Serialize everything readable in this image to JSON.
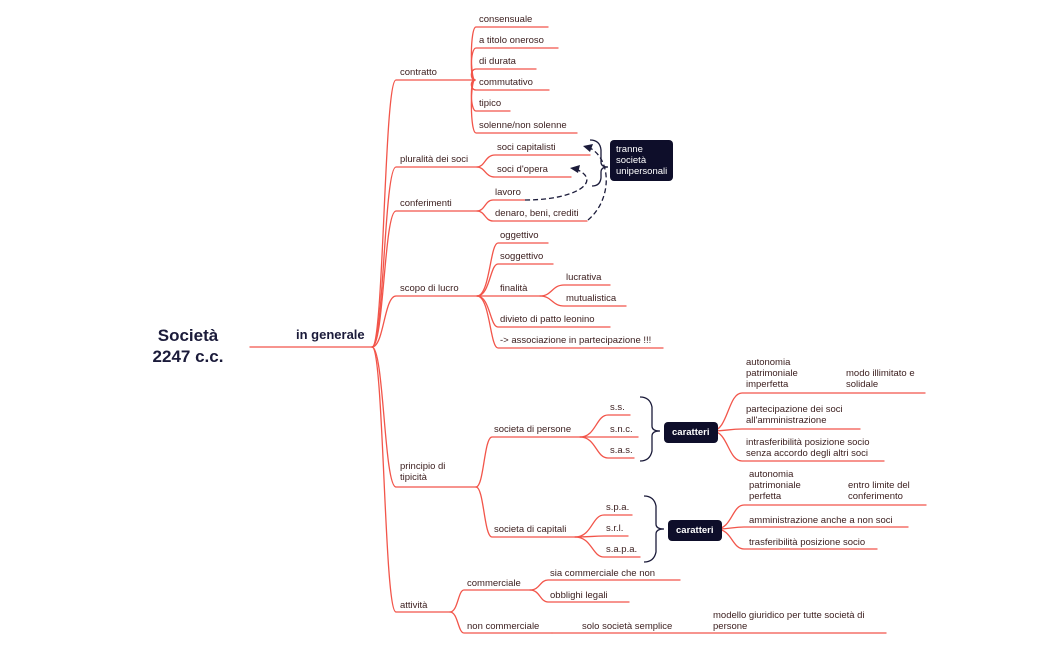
{
  "root": {
    "line1": "Società",
    "line2": "2247 c.c."
  },
  "main_label": "in generale",
  "contratto": {
    "label": "contratto",
    "items": [
      "consensuale",
      "a titolo oneroso",
      "di durata",
      "commutativo",
      "tipico",
      "solenne/non solenne"
    ]
  },
  "pluralita": {
    "label": "pluralità dei soci",
    "items": [
      "soci capitalisti",
      "soci d'opera"
    ]
  },
  "conferimenti": {
    "label": "conferimenti",
    "items": [
      "lavoro",
      "denaro, beni, crediti"
    ]
  },
  "callout": {
    "line1": "tranne",
    "line2": "società",
    "line3": "unipersonali"
  },
  "scopo": {
    "label": "scopo di lucro",
    "oggettivo": "oggettivo",
    "soggettivo": "soggettivo",
    "finalita": "finalità",
    "finalita_items": [
      "lucrativa",
      "mutualistica"
    ],
    "divieto": "divieto di patto leonino",
    "associazione": "-> associazione in partecipazione !!!"
  },
  "tipicita": {
    "label": "principio di tipicità",
    "persone": {
      "label": "societa di persone",
      "types": [
        "s.s.",
        "s.n.c.",
        "s.a.s."
      ],
      "caratteri": "caratteri",
      "autonomia": "autonomia patrimoniale imperfetta",
      "modo": "modo illimitato e solidale",
      "partecipazione": "partecipazione dei soci all'amministrazione",
      "intrasferibilita": "intrasferibilità posizione socio senza accordo degli altri soci"
    },
    "capitali": {
      "label": "societa di capitali",
      "types": [
        "s.p.a.",
        "s.r.l.",
        "s.a.p.a."
      ],
      "caratteri": "caratteri",
      "autonomia": "autonomia patrimoniale perfetta",
      "limite": "entro limite del conferimento",
      "amministrazione": "amministrazione anche a non soci",
      "trasferibilita": "trasferibilità posizione socio"
    }
  },
  "attivita": {
    "label": "attività",
    "commerciale": {
      "label": "commerciale",
      "items": [
        "sia commerciale che non",
        "obblighi legali"
      ]
    },
    "non_commerciale": {
      "label": "non commerciale",
      "solo": "solo società semplice",
      "modello": "modello giuridico per tutte società di persone"
    }
  },
  "colors": {
    "line": "#f2554a",
    "box_bg": "#0e0e2a",
    "box_text": "#ffffff",
    "text": "#3a1d1d"
  }
}
